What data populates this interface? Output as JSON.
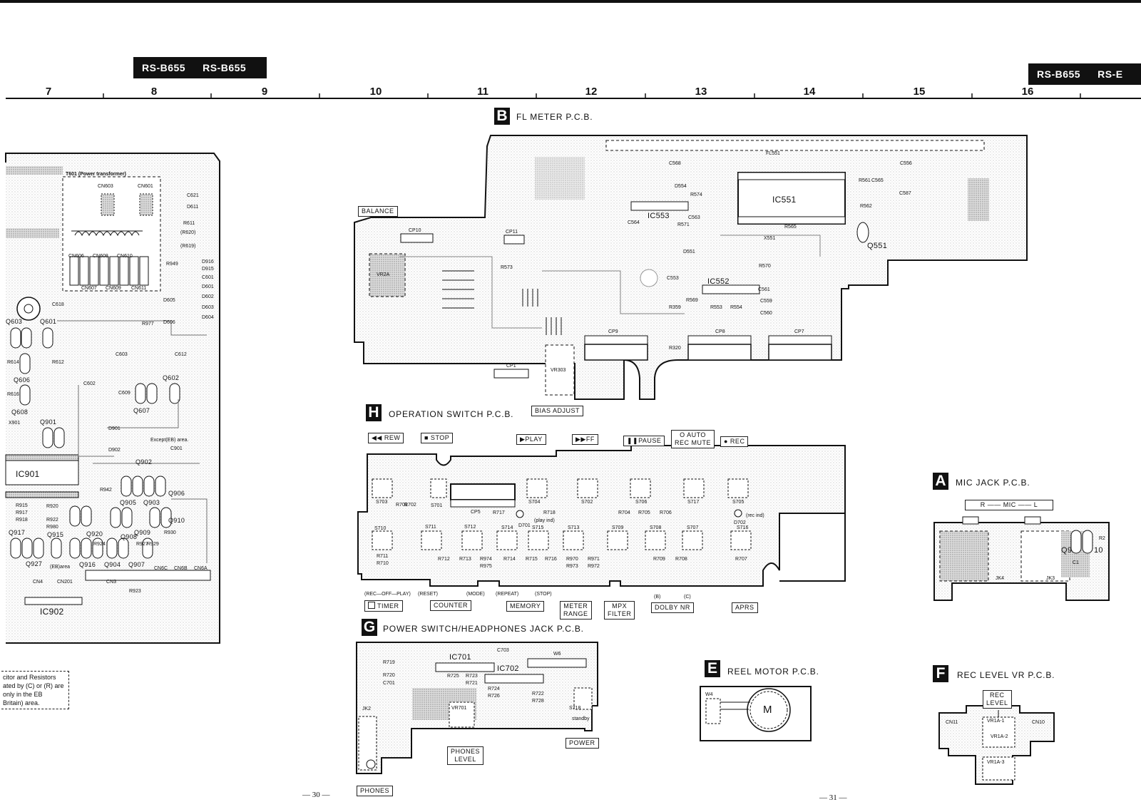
{
  "header": {
    "model_tags_left": [
      "RS-B655",
      "RS-B655"
    ],
    "model_tags_right": [
      "RS-B655",
      "RS-E"
    ],
    "grid_numbers": [
      "7",
      "8",
      "9",
      "10",
      "11",
      "12",
      "13",
      "14",
      "15",
      "16"
    ]
  },
  "sections": {
    "B": {
      "letter": "B",
      "title": "FL METER P.C.B.",
      "labels": {
        "balance": "BALANCE",
        "bias_adjust": "BIAS ADJUST",
        "fl": "FL551",
        "ic551": "IC551",
        "ic552": "IC552",
        "ic553": "IC553",
        "q551": "Q551",
        "vr2a": "VR2A",
        "vr303": "VR303",
        "cp7": "CP7",
        "cp8": "CP8",
        "cp9": "CP9",
        "cp10": "CP10",
        "cp11": "CP11",
        "cp1": "CP1",
        "r573": "R573",
        "r320": "R320",
        "x551": "X551",
        "r565": "R565",
        "r569": "R569",
        "r553": "R553",
        "r554": "R554",
        "r359": "R359",
        "d551": "D551",
        "c561": "C561",
        "c559": "C559",
        "c560": "C560",
        "c553": "C553",
        "d554": "D554",
        "c568": "C568",
        "c564": "C564",
        "r571": "R571",
        "r574": "R574",
        "c563": "C563",
        "r562": "R562",
        "r561": "R561",
        "c565": "C565",
        "c556": "C556",
        "c587": "C587",
        "r570": "R570"
      }
    },
    "H": {
      "letter": "H",
      "title": "OPERATION SWITCH P.C.B.",
      "buttons": [
        "◀◀ REW",
        "■ STOP",
        "▶PLAY",
        "▶▶FF",
        "❚❚PAUSE",
        "● REC"
      ],
      "auto_rec_mute": [
        "O AUTO",
        "REC MUTE"
      ],
      "switches": [
        "S703",
        "S701",
        "S704",
        "S702",
        "S706",
        "S717",
        "S705",
        "S710",
        "S711",
        "S712",
        "S714",
        "S715",
        "S713",
        "S709",
        "S708",
        "S707",
        "S716"
      ],
      "resistors": [
        "R717",
        "R718",
        "R704",
        "R705",
        "R706",
        "R711",
        "R710",
        "R712",
        "R713",
        "R974",
        "R975",
        "R714",
        "R715",
        "R716",
        "R970",
        "R971",
        "R973",
        "R972",
        "R709",
        "R708",
        "R707",
        "R701",
        "R702"
      ],
      "parts": {
        "cp5": "CP5",
        "d701": "D701",
        "d701_note": "(play ind)",
        "d702": "D702",
        "d702_note": "(rec ind)"
      },
      "bottom_captions": {
        "rec_off_play": "(REC—OFF—PLAY)",
        "reset": "(RESET)",
        "mode": "(MODE)",
        "repeat": "(REPEAT)",
        "stop": "(STOP)",
        "b": "(B)",
        "c": "(C)"
      },
      "bottom_boxes": {
        "timer": "TIMER",
        "counter": "COUNTER",
        "memory": "MEMORY",
        "meter_range": [
          "METER",
          "RANGE"
        ],
        "mpx_filter": [
          "MPX",
          "FILTER"
        ],
        "dolby_nr": "DOLBY NR",
        "aprs": "APRS"
      }
    },
    "G": {
      "letter": "G",
      "title": "POWER SWITCH/HEADPHONES JACK P.C.B.",
      "labels": {
        "ic701": "IC701",
        "ic702": "IC702",
        "c703": "C703",
        "w6": "W6",
        "r719": "R719",
        "r720": "R720",
        "c701": "C701",
        "r725": "R725",
        "r723": "R723",
        "r721": "R721",
        "r722": "R722",
        "r724": "R724",
        "r726": "R726",
        "r728": "R728",
        "vr701": "VR701",
        "jk2": "JK2",
        "s718": "S718",
        "standby": "standby"
      },
      "boxes": {
        "phones_level": [
          "PHONES",
          "LEVEL"
        ],
        "power": "POWER",
        "phones": "PHONES"
      }
    },
    "A": {
      "letter": "A",
      "title": "MIC JACK P.C.B.",
      "mic_bar": "R —— MIC —— L",
      "labels": {
        "jk4": "JK4",
        "jk3": "JK3",
        "q9": "Q9",
        "q10": "10",
        "r2": "R2",
        "c1": "C1"
      }
    },
    "E": {
      "letter": "E",
      "title": "REEL MOTOR P.C.B.",
      "labels": {
        "w4": "W4",
        "motor": "M"
      }
    },
    "F": {
      "letter": "F",
      "title": "REC LEVEL VR P.C.B.",
      "rec_level": [
        "REC",
        "LEVEL"
      ],
      "labels": {
        "cn11": "CN11",
        "cn10": "CN10",
        "vr1a1": "VR1A-1",
        "vr1a2": "VR1A-2",
        "vr1a3": "VR1A-3"
      }
    }
  },
  "left_board": {
    "transformer": "T601 (Power transformer)",
    "labels": {
      "cn603": "CN603",
      "cn601": "CN601",
      "cn606": "CN606",
      "cn608": "CN608",
      "cn610": "CN610",
      "cn607": "CN607",
      "cn609": "CN609",
      "cn611": "CN611",
      "c621": "C621",
      "d611": "D611",
      "r620": "(R620)",
      "r611": "R611",
      "r619": "(R619)",
      "r949": "R949",
      "d916": "D916",
      "d915": "D915",
      "c601": "C601",
      "d601": "D601",
      "d602": "D602",
      "d605": "D605",
      "d603": "D603",
      "d606": "D606",
      "d604": "D604",
      "r977": "R977",
      "q603": "Q603",
      "q601": "Q601",
      "c618": "C618",
      "r614": "R614",
      "r612": "R612",
      "c603": "C603",
      "c612": "C612",
      "q606": "Q606",
      "q602": "Q602",
      "r616": "R616",
      "c602": "C602",
      "c609": "C609",
      "q607": "Q607",
      "q608": "Q608",
      "x901": "X901",
      "q901": "Q901",
      "d901": "D901",
      "d902": "D902",
      "except": "Except(EB) area.",
      "c901": "C901",
      "ic901": "IC901",
      "q902": "Q902",
      "q905": "Q905",
      "q903": "Q903",
      "q906": "Q906",
      "r942": "R942",
      "r915": "R915",
      "r917": "R917",
      "r918": "R918",
      "r920": "R920",
      "r922": "R922",
      "r980": "R980",
      "q910": "Q910",
      "q917": "Q917",
      "q915": "Q915",
      "q920": "Q920",
      "q908": "Q908",
      "q909": "Q909",
      "q927": "Q927",
      "eb_area": "(EB)area",
      "q916": "Q916",
      "q904": "Q904",
      "q907": "Q907",
      "cn4": "CN4",
      "cn201": "CN201",
      "cn3": "CN3",
      "cn6c": "CN6C",
      "cn6b": "CN6B",
      "cn6a": "CN6A",
      "r923": "R923",
      "ic902": "IC902",
      "r924": "R924",
      "r927": "R927",
      "r929": "R929",
      "r930": "R930"
    },
    "note_lines": [
      "citor and Resistors",
      "ated by (C) or (R) are",
      "only in the EB",
      "Britain) area."
    ]
  },
  "footer": {
    "page_left": "— 30 —",
    "page_right": "— 31 —"
  }
}
